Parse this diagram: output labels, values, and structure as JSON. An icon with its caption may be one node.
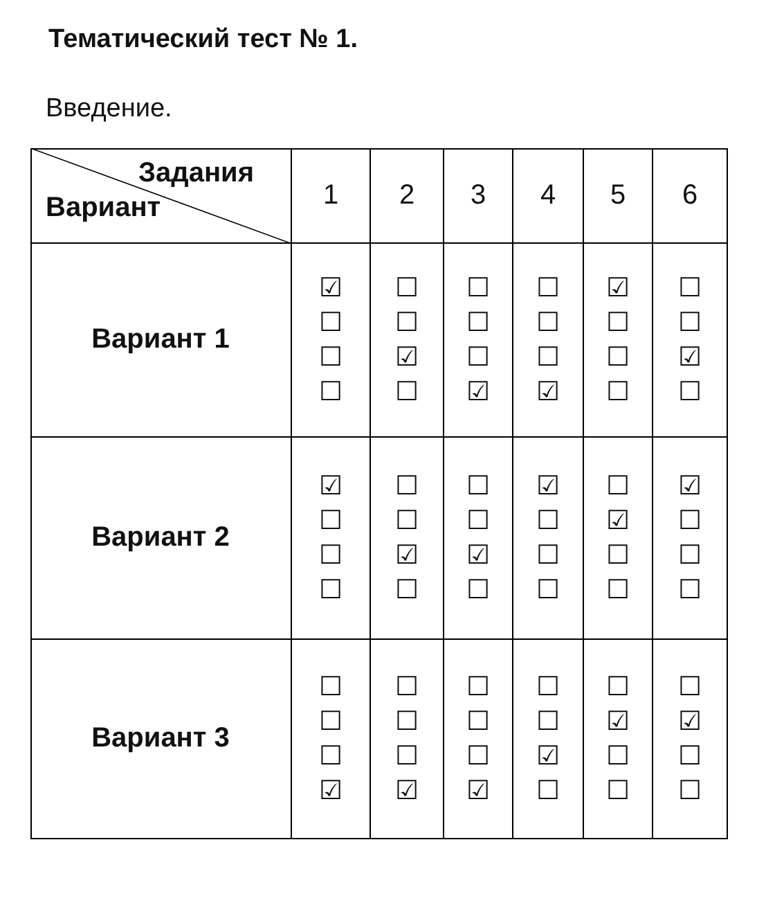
{
  "diagram": {
    "title": "Тематический тест № 1.",
    "labels": [
      "Введение.",
      "Задания",
      "Вариант",
      "1",
      "2",
      "3",
      "4",
      "5",
      "6",
      "Вариант 1",
      "☑ ☐ ☐ ☐",
      "☐ ☐ ☑ ☐",
      "☐ ☐ ☐ ☑",
      "☐ ☐ ☐ ☑",
      "☑ ☐ ☐ ☐",
      "☐ ☐ ☑ ☐",
      "Вариант 2",
      "☑ ☐ ☐ ☐",
      "☐ ☐ ☑ ☐",
      "☐ ☐ ☑ ☐",
      "☑ ☐ ☐ ☐",
      "☐ ☑ ☐ ☐",
      "☑ ☐ ☐ ☐",
      "Вариант 3",
      "☐ ☐ ☐ ☑",
      "☐ ☐ ☐ ☑",
      "☐ ☐ ☐ ☑",
      "☐ ☐ ☑ ☐",
      "☐ ☑ ☐ ☐",
      "☐ ☑ ☐ ☐"
    ]
  }
}
